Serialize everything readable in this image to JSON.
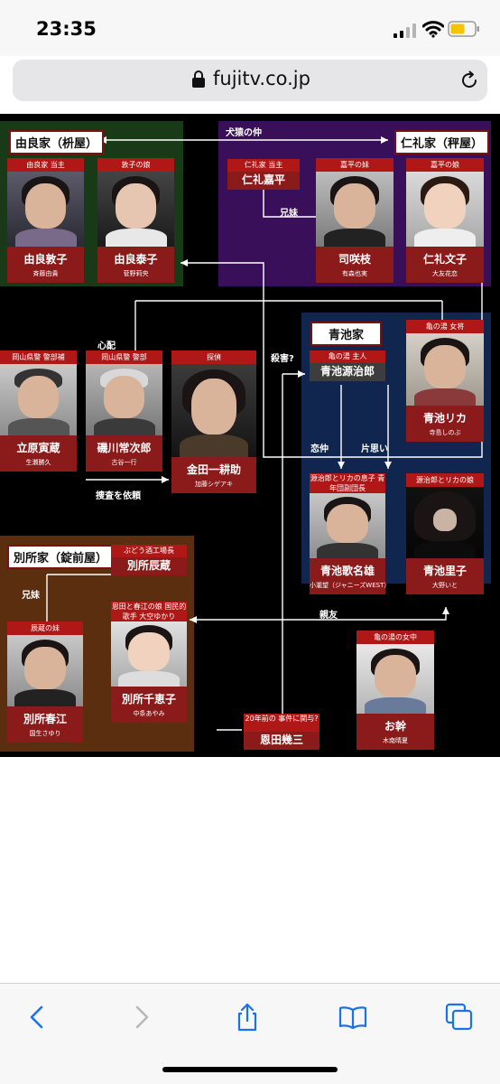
{
  "status": {
    "time": "23:35"
  },
  "browser": {
    "url": "fujitv.co.jp"
  },
  "chart": {
    "families": {
      "yura": "由良家（枡屋）",
      "nirei": "仁礼家（秤屋）",
      "aoike": "青池家",
      "bessho": "別所家（錠前屋）"
    },
    "relations": {
      "inuzaru": "犬猿の仲",
      "kyodai1": "兄妹",
      "shinpai": "心配",
      "satsugai": "殺害?",
      "renchuu": "恋仲",
      "kataomoi": "片思い",
      "sousa": "捜査を依頼",
      "kyodai2": "兄妹",
      "shinyuu": "親友"
    },
    "cards": {
      "atsuko": {
        "role": "由良家 当主",
        "name": "由良敦子",
        "actor": "斉藤由貴"
      },
      "yasuko": {
        "role": "敦子の娘",
        "name": "由良泰子",
        "actor": "菅野莉央"
      },
      "sakie": {
        "role": "嘉平の妹",
        "name": "司咲枝",
        "actor": "有森也実"
      },
      "fumiko": {
        "role": "嘉平の娘",
        "name": "仁礼文子",
        "actor": "大友花恋"
      },
      "tachihara": {
        "role": "岡山県警 警部補",
        "name": "立原寅蔵",
        "actor": "生瀬勝久"
      },
      "isokawa": {
        "role": "岡山県警 警部",
        "name": "磯川常次郎",
        "actor": "古谷一行"
      },
      "kindaichi": {
        "role": "探偵",
        "name": "金田一耕助",
        "actor": "加藤シゲアキ"
      },
      "rika": {
        "role": "亀の湯 女将",
        "name": "青池リカ",
        "actor": "寺島しのぶ"
      },
      "kanao": {
        "role": "源治郎とリカの息子 青年団副団長",
        "name": "青池歌名雄",
        "actor": "小瀧望（ジャニーズWEST）"
      },
      "satoko": {
        "role": "源治郎とリカの娘",
        "name": "青池里子",
        "actor": "大野いと"
      },
      "harue": {
        "role": "辰蔵の妹",
        "name": "別所春江",
        "actor": "国生さゆり"
      },
      "chieko": {
        "role": "恩田と春江の娘 国民的歌手 大空ゆかり",
        "name": "別所千恵子",
        "actor": "中条あやみ"
      },
      "omiki": {
        "role": "亀の湯の女中",
        "name": "お幹",
        "actor": "木南晴夏"
      }
    },
    "minis": {
      "kahei": {
        "role": "仁礼家 当主",
        "name": "仁礼嘉平"
      },
      "genjiro": {
        "role": "亀の湯 主人",
        "name": "青池源治郎"
      },
      "tatsuzo": {
        "role": "ぶどう酒工場長",
        "name": "別所辰蔵"
      },
      "onda": {
        "role": "20年前の 事件に関与?",
        "name": "恩田幾三"
      }
    }
  }
}
